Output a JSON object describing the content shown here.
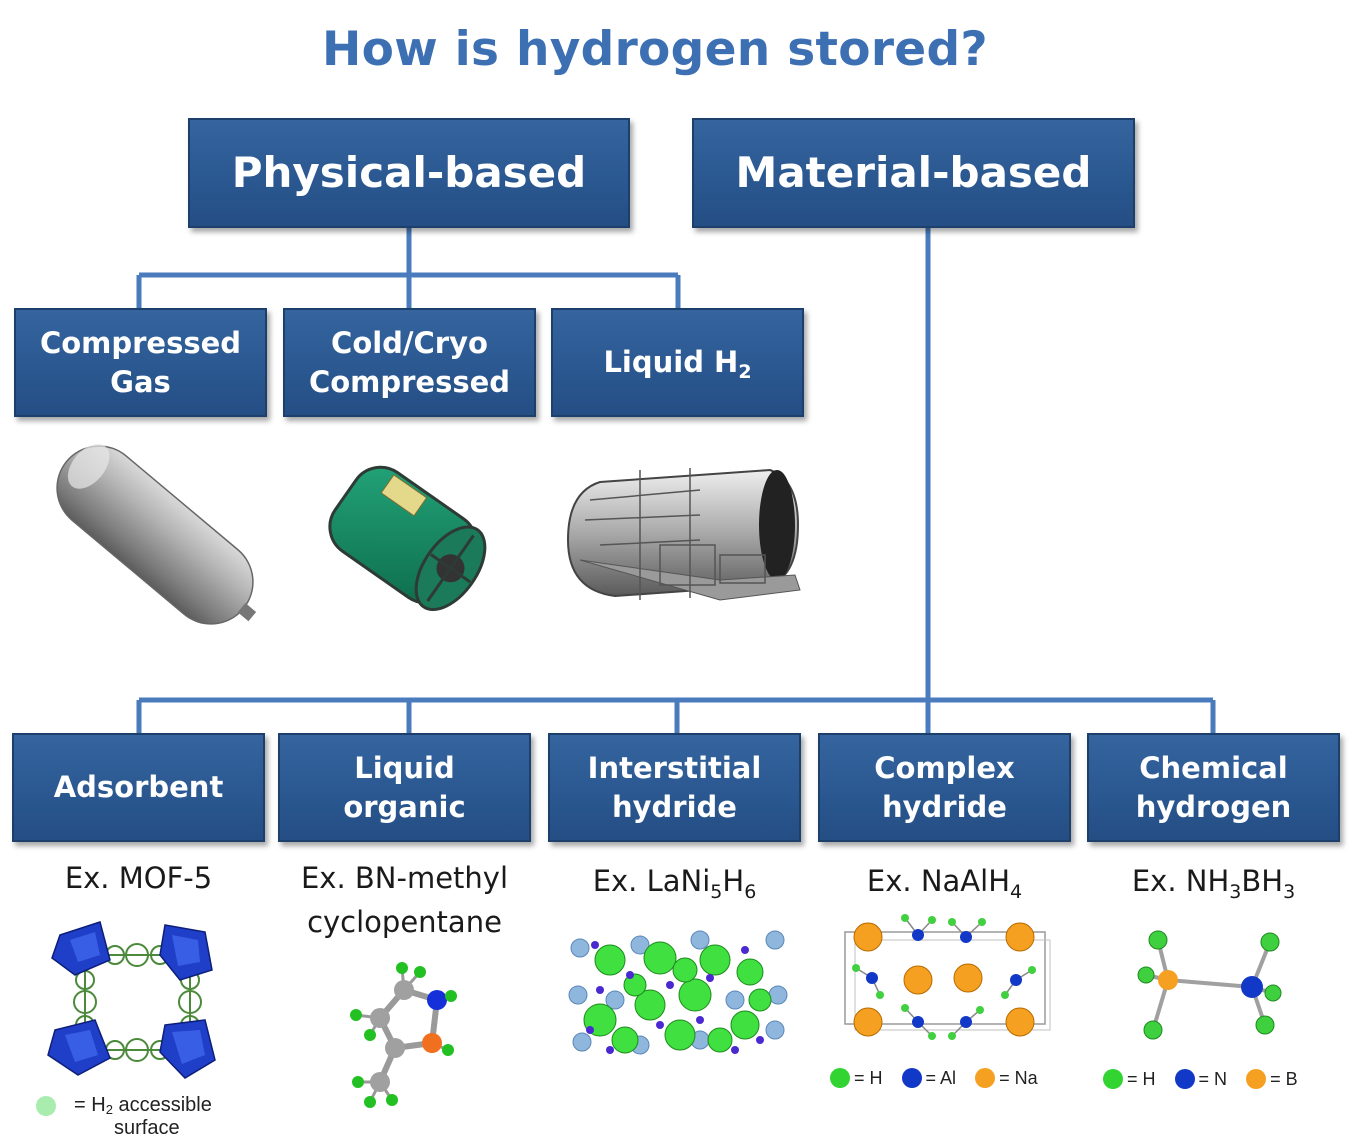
{
  "title": "How is hydrogen stored?",
  "colors": {
    "box": "#2b5891",
    "connector": "#4a7bbd",
    "title": "#3d6fb3"
  },
  "top": {
    "physical": "Physical-based",
    "material": "Material-based"
  },
  "physical_children": {
    "compressed": {
      "line1": "Compressed",
      "line2": "Gas"
    },
    "cold": {
      "line1": "Cold/Cryo",
      "line2": "Compressed"
    },
    "liquid": {
      "main": "Liquid H",
      "sub": "2"
    }
  },
  "material_children": {
    "adsorbent": "Adsorbent",
    "liquid_organic": {
      "line1": "Liquid",
      "line2": "organic"
    },
    "interstitial": {
      "line1": "Interstitial",
      "line2": "hydride"
    },
    "complex": {
      "line1": "Complex",
      "line2": "hydride"
    },
    "chemical": {
      "line1": "Chemical",
      "line2": "hydrogen"
    }
  },
  "examples": {
    "mof": "Ex. MOF-5",
    "bn_line1": "Ex. BN-methyl",
    "bn_line2": "cyclopentane",
    "lani": {
      "p1": "Ex. LaNi",
      "s1": "5",
      "p2": "H",
      "s2": "6"
    },
    "naalh": {
      "p1": "Ex. NaAlH",
      "s1": "4"
    },
    "nhbh": {
      "p1": "Ex. NH",
      "s1": "3",
      "p2": "BH",
      "s2": "3"
    }
  },
  "legends": {
    "mof": {
      "prefix": "= H",
      "sub": "2",
      "suffix": " accessible",
      "line2": "surface"
    },
    "complex": {
      "h": "= H",
      "al": "= Al",
      "na": "= Na"
    },
    "chemical": {
      "h": "= H",
      "n": "= N",
      "b": "= B"
    }
  },
  "icons": [
    "gas-cylinder-icon",
    "cryo-tank-icon",
    "liquid-tank-icon",
    "mof-structure-icon",
    "bn-molecule-icon",
    "lani-lattice-icon",
    "naalh-crystal-icon",
    "nhbh-molecule-icon"
  ]
}
